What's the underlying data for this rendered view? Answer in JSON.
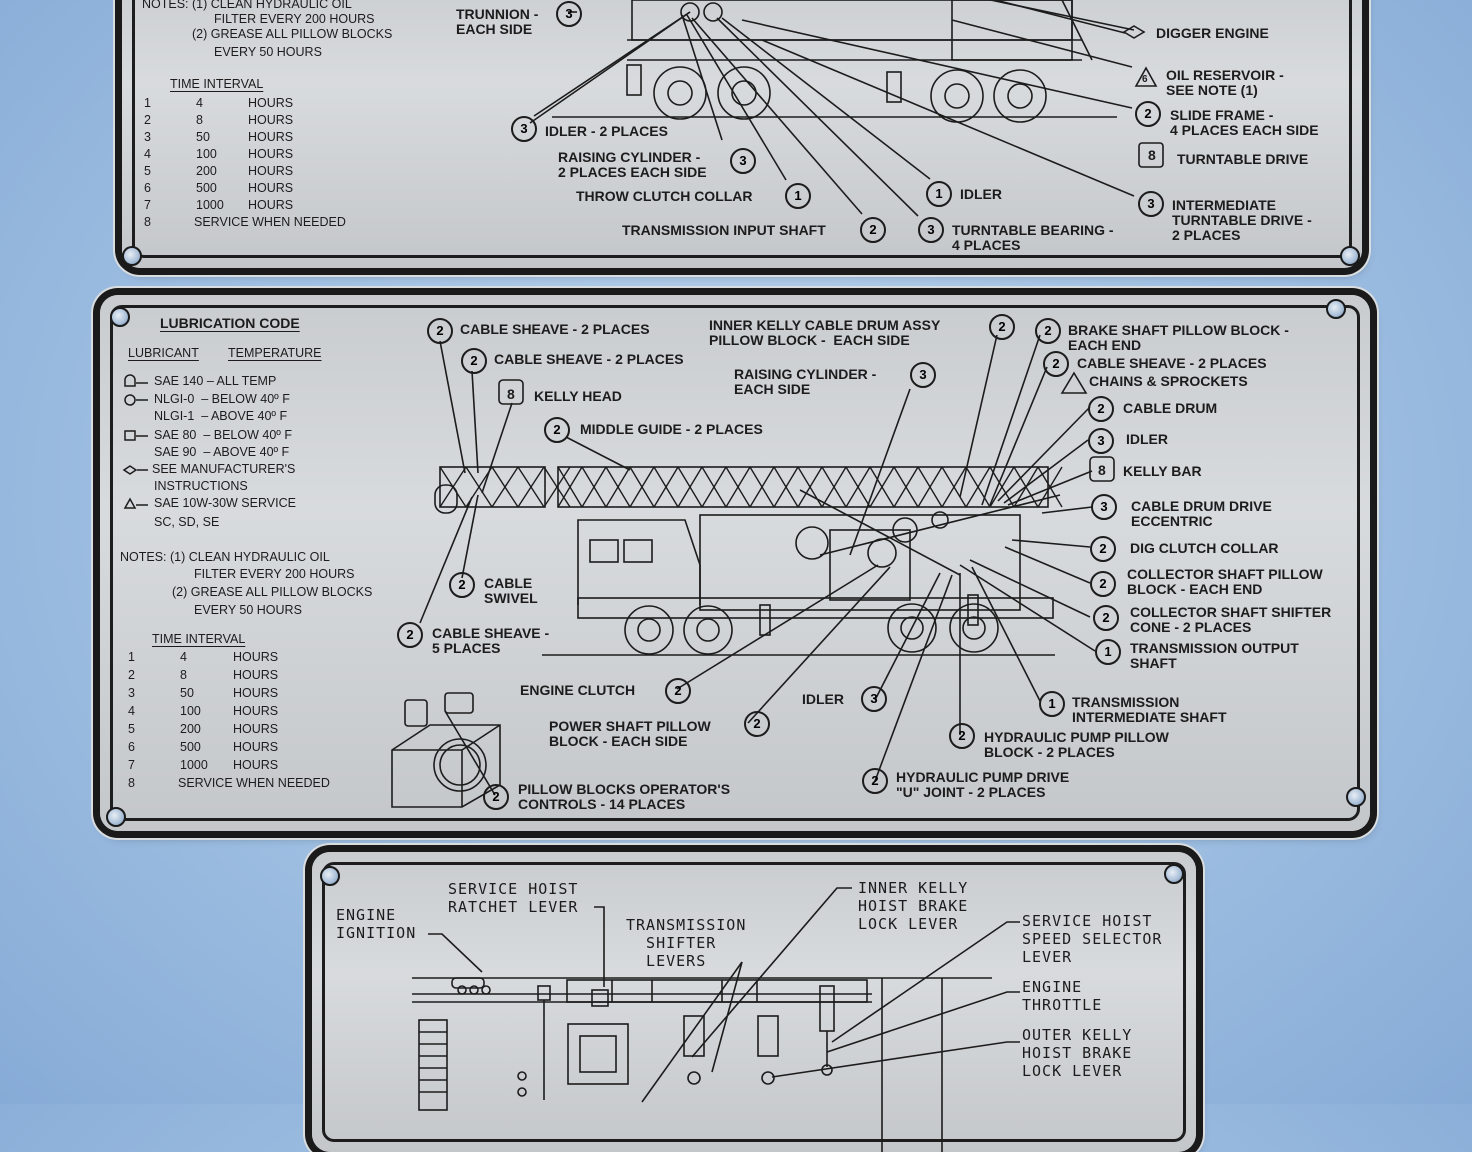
{
  "top_plate": {
    "notes_line1": "NOTES: (1) CLEAN HYDRAULIC OIL",
    "notes_line2": "FILTER EVERY 200 HOURS",
    "notes_line3": "(2) GREASE ALL PILLOW BLOCKS",
    "notes_line4": "EVERY 50 HOURS",
    "time_interval_title": "TIME INTERVAL",
    "intervals": [
      {
        "code": "1",
        "value": "4",
        "unit": "HOURS"
      },
      {
        "code": "2",
        "value": "8",
        "unit": "HOURS"
      },
      {
        "code": "3",
        "value": "50",
        "unit": "HOURS"
      },
      {
        "code": "4",
        "value": "100",
        "unit": "HOURS"
      },
      {
        "code": "5",
        "value": "200",
        "unit": "HOURS"
      },
      {
        "code": "6",
        "value": "500",
        "unit": "HOURS"
      },
      {
        "code": "7",
        "value": "1000",
        "unit": "HOURS"
      }
    ],
    "interval_8": "SERVICE WHEN NEEDED",
    "labels": {
      "trunnion": "TRUNNION -\nEACH SIDE",
      "digger_engine": "DIGGER ENGINE",
      "oil_reservoir": "OIL RESERVOIR -\nSEE NOTE (1)",
      "slide_frame": "SLIDE FRAME -\n4 PLACES EACH SIDE",
      "turntable_drive": "TURNTABLE DRIVE",
      "idler_2places": "IDLER - 2 PLACES",
      "raising_cylinder": "RAISING CYLINDER -\n2 PLACES EACH SIDE",
      "throw_clutch": "THROW CLUTCH COLLAR",
      "idler": "IDLER",
      "intermediate": "INTERMEDIATE\nTURNTABLE DRIVE -\n2 PLACES",
      "transmission_input": "TRANSMISSION INPUT SHAFT",
      "turntable_bearing": "TURNTABLE BEARING -\n4 PLACES"
    },
    "codes": {
      "trunnion": "3",
      "oil_reservoir": "6",
      "slide_frame": "2",
      "turntable_drive": "8",
      "idler_2places": "3",
      "raising_cylinder": "3",
      "throw_clutch": "1",
      "idler": "1",
      "intermediate": "3",
      "transmission_input": "2",
      "turntable_bearing": "3"
    }
  },
  "middle_plate": {
    "lubrication_code": "LUBRICATION CODE",
    "lubricant_header": "LUBRICANT",
    "temperature_header": "TEMPERATURE",
    "legend": [
      "SAE 140 – ALL TEMP",
      "NLGI-0  – BELOW 40º F",
      "NLGI-1  – ABOVE 40º F",
      "SAE 80  – BELOW 40º F",
      "SAE 90  – ABOVE 40º F",
      "SEE MANUFACTURER'S",
      "INSTRUCTIONS",
      "SAE 10W-30W SERVICE",
      "SC, SD, SE"
    ],
    "notes_line1": "NOTES: (1) CLEAN HYDRAULIC OIL",
    "notes_line2": "FILTER EVERY 200 HOURS",
    "notes_line3": "(2) GREASE ALL PILLOW BLOCKS",
    "notes_line4": "EVERY 50 HOURS",
    "time_interval_title": "TIME INTERVAL",
    "intervals": [
      {
        "code": "1",
        "value": "4",
        "unit": "HOURS"
      },
      {
        "code": "2",
        "value": "8",
        "unit": "HOURS"
      },
      {
        "code": "3",
        "value": "50",
        "unit": "HOURS"
      },
      {
        "code": "4",
        "value": "100",
        "unit": "HOURS"
      },
      {
        "code": "5",
        "value": "200",
        "unit": "HOURS"
      },
      {
        "code": "6",
        "value": "500",
        "unit": "HOURS"
      },
      {
        "code": "7",
        "value": "1000",
        "unit": "HOURS"
      }
    ],
    "interval_8": "SERVICE WHEN NEEDED",
    "labels": {
      "cable_sheave_a": "CABLE SHEAVE - 2 PLACES",
      "cable_sheave_b": "CABLE SHEAVE - 2 PLACES",
      "kelly_head": "KELLY HEAD",
      "middle_guide": "MIDDLE GUIDE - 2 PLACES",
      "inner_kelly": "INNER KELLY CABLE DRUM ASSY\nPILLOW BLOCK -  EACH SIDE",
      "raising_cylinder": "RAISING CYLINDER -\nEACH SIDE",
      "brake_shaft": "BRAKE SHAFT PILLOW BLOCK -\nEACH END",
      "cable_sheave_c": "CABLE SHEAVE - 2 PLACES",
      "chains": "CHAINS & SPROCKETS",
      "cable_drum": "CABLE DRUM",
      "idler_r": "IDLER",
      "kelly_bar": "KELLY BAR",
      "cable_drum_drive": "CABLE DRUM DRIVE\nECCENTRIC",
      "dig_clutch": "DIG CLUTCH COLLAR",
      "collector_pillow": "COLLECTOR SHAFT PILLOW\nBLOCK - EACH END",
      "collector_shifter": "COLLECTOR SHAFT SHIFTER\nCONE - 2 PLACES",
      "trans_output": "TRANSMISSION OUTPUT\nSHAFT",
      "cable_swivel": "CABLE\nSWIVEL",
      "cable_sheave_5": "CABLE SHEAVE -\n5 PLACES",
      "engine_clutch": "ENGINE CLUTCH",
      "idler_b": "IDLER",
      "trans_intermediate": "TRANSMISSION\nINTERMEDIATE SHAFT",
      "power_shaft": "POWER SHAFT PILLOW\nBLOCK - EACH SIDE",
      "hyd_pump_pillow": "HYDRAULIC PUMP PILLOW\nBLOCK - 2 PLACES",
      "pillow_blocks": "PILLOW BLOCKS OPERATOR'S\nCONTROLS - 14 PLACES",
      "hyd_pump_drive": "HYDRAULIC PUMP DRIVE\n\"U\" JOINT - 2 PLACES"
    },
    "codes": {
      "cable_sheave_a": "2",
      "cable_sheave_b": "2",
      "kelly_head": "8",
      "middle_guide": "2",
      "inner_kelly": "2",
      "raising_cylinder": "3",
      "brake_shaft": "2",
      "cable_sheave_c": "2",
      "cable_drum": "2",
      "idler_r": "3",
      "kelly_bar": "8",
      "cable_drum_drive": "3",
      "dig_clutch": "2",
      "collector_pillow": "2",
      "collector_shifter": "2",
      "trans_output": "1",
      "cable_swivel": "2",
      "cable_sheave_5": "2",
      "engine_clutch": "2",
      "idler_b": "3",
      "trans_intermediate": "1",
      "power_shaft": "2",
      "hyd_pump_pillow": "2",
      "pillow_blocks": "2",
      "hyd_pump_drive": "2"
    }
  },
  "bottom_plate": {
    "engine_ignition": "ENGINE\nIGNITION",
    "service_ratchet": "SERVICE HOIST\nRATCHET LEVER",
    "transmission_shifter": "TRANSMISSION\n  SHIFTER\n  LEVERS",
    "inner_kelly_lock": "INNER KELLY\nHOIST BRAKE\nLOCK LEVER",
    "speed_selector": "SERVICE HOIST\nSPEED SELECTOR\nLEVER",
    "engine_throttle": "ENGINE\nTHROTTLE",
    "outer_kelly_lock": "OUTER KELLY\nHOIST BRAKE\nLOCK LEVER"
  }
}
